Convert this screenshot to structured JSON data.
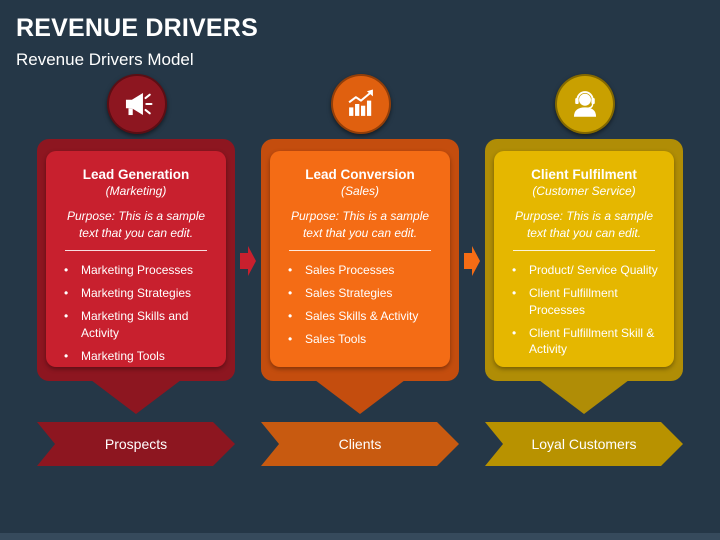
{
  "header": {
    "title": "REVENUE DRIVERS",
    "subtitle": "Revenue Drivers Model"
  },
  "columns": [
    {
      "icon": "megaphone-icon",
      "title": "Lead Generation",
      "subtitle": "(Marketing)",
      "purpose": "Purpose: This is a sample text that you can edit.",
      "bullets": [
        "Marketing Processes",
        "Marketing Strategies",
        "Marketing Skills and Activity",
        "Marketing Tools"
      ],
      "outcome": "Prospects",
      "colors": {
        "outer": "#8d1620",
        "inner": "#c8202e",
        "chevron": "#8d1620",
        "icon_bg": "#8d1620"
      }
    },
    {
      "icon": "growth-chart-icon",
      "title": "Lead Conversion",
      "subtitle": "(Sales)",
      "purpose": "Purpose: This is a sample text that you can edit.",
      "bullets": [
        "Sales Processes",
        "Sales Strategies",
        "Sales Skills & Activity",
        "Sales Tools"
      ],
      "outcome": "Clients",
      "colors": {
        "outer": "#c44d0e",
        "inner": "#f46c15",
        "chevron": "#c85a10",
        "icon_bg": "#e0600f"
      }
    },
    {
      "icon": "support-agent-icon",
      "title": "Client Fulfilment",
      "subtitle": "(Customer Service)",
      "purpose": "Purpose: This is a sample text that you can edit.",
      "bullets": [
        "Product/ Service Quality",
        "Client Fulfillment Processes",
        "Client Fulfillment Skill & Activity"
      ],
      "outcome": "Loyal Customers",
      "colors": {
        "outer": "#b08d06",
        "inner": "#e5b700",
        "chevron": "#b89200",
        "icon_bg": "#c9a000"
      }
    }
  ],
  "connector_colors": [
    "#c8202e",
    "#f46c15"
  ]
}
